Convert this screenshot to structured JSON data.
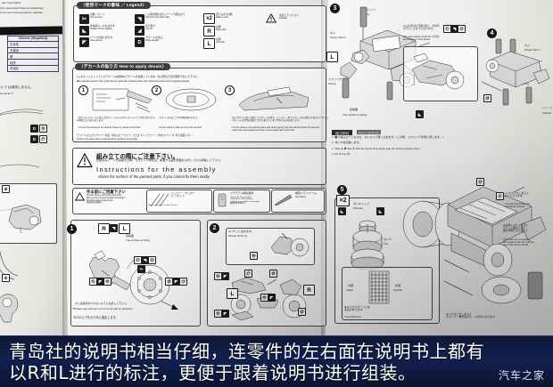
{
  "image": {
    "kind": "photograph-of-printed-instruction-manual",
    "subject": "Aoshima plastic model kit assembly instruction sheets"
  },
  "caption": {
    "line1": "青岛社的说明书相当仔细，连零件的左右面在说明书上都有",
    "line2": "以R和L进行的标注，更便于跟着说明书进行组装。",
    "watermark": "汽车之家"
  },
  "left_sheet": {
    "fragment_notice": "ase Corporation.",
    "fragment_note1": "plus, please place these by extraordinary",
    "fragment_note2": "to the use of licensed patents, materials,",
    "table_header": "Chinese (Simplified)",
    "table_rows": [
      "无毒性",
      "无害品",
      "硬",
      "轻质",
      "低温化"
    ],
    "decal_note_ja": "ル ⑦ は使用しません。",
    "decal_note_en": "se decal ⑦",
    "chips": [
      "D",
      "D"
    ]
  },
  "mid_sheet": {
    "legend": {
      "title": "〈使用マークの意味 ／ Legend〉",
      "entries": [
        {
          "icon": "scissors-cut",
          "ja": "切断／カット",
          "en": "Cut Cement"
        },
        {
          "icon": "scrape-plating",
          "ja": "金属調メッキをはがす",
          "en": "Scrape off the plating"
        },
        {
          "icon": "glue-parts",
          "ja": "パーツの貼り合わせ",
          "en": "Glue pieces"
        },
        {
          "icon": "mirror-other-side",
          "ja": "この反対側も同じパーツで組み立て",
          "en": "Same for the other side"
        },
        {
          "icon": "cut-off",
          "ja": "切り取り",
          "en": "Cut off"
        },
        {
          "icon": "place-decals",
          "ja": "デカールを貼る",
          "en": "Place decals"
        },
        {
          "icon": "x2",
          "ja": "同じものを2個",
          "en": "Make 2 sets"
        },
        {
          "icon": "R",
          "ja": "右側",
          "en": "Right side"
        },
        {
          "icon": "L",
          "ja": "左側",
          "en": "Left side"
        },
        {
          "icon": "caution",
          "ja": "注意してください",
          "en": "Caution"
        }
      ]
    },
    "decals": {
      "title": "〈デカールの貼り方 How to apply decals〉",
      "intro_ja": "●このキットに入っているデカールは特殊なデカールを使用しています。貼る際は下記の要領で貼って下さい。",
      "intro_en": "■the decals used for this model kit are particular. Please follow the instruction below when applying decals.",
      "steps": [
        {
          "no": "1",
          "ja": "・貼りたいデカールの形に合わせて、はさみやカッターナイフで切り取ります。\n※裁断により取り出します。",
          "en": "・Cut out the decal into the desired shape by scissors and cutter."
        },
        {
          "no": "2",
          "ja": "・デカールを水につけ10秒程度待ちます。",
          "en": "・Dip the decal in water for 10 to 20 seconds."
        },
        {
          "no": "3",
          "ja": "・貼り付けたい所に台紙ごとデカールを置き、ピンセット等でデカールを台紙から滑らせて下さい。\n・デカールの位置を調整しながら柔らかい布で余分な水分を取ります。",
          "en": "・Put the decal on the desired place and slide it gently from the backing sheet by tweezers.\n・Adjust the decal position and dry excess water with a soft cloth."
        }
      ],
      "footnote_ja": "・デカールの上からクリヤー塗装（水性ホビーカラー）または【トップコート（水性スプレー）】等で保護下さい",
      "footnote_en": "・Please use water paint or topcoat when spraying over decals."
    },
    "assembly_warning": {
      "title_ja": "組み立ての際にご注意下さい。",
      "body_ja": "塗装済みパーツを接着する際、つきにくい場合は、接着する面の表面をはがしてから接着して下さい。",
      "title_en": "Instructions for the assembly",
      "body_en": "Shave the surface of the painted parts, if you cannot fix them easily."
    },
    "tools": {
      "heading_ja": "作る前にご用意下さい",
      "heading_en": "Prepare these tools before assembly.\nBitte vor dem Zusammenbau bereitlegen.\nPréparez avant d'assembler.\n组装前请准备好。",
      "items": [
        {
          "ja": "ニッパー／カッター\nピンセット",
          "en": "Nipper / Scissors / Cutter / Pincers"
        },
        {
          "ja": "プラモデル用接着剤",
          "en": "Cement for Plasticmodels\nKlebstoff für Plastikmodelle\nL'adhésif pour modèles en plastique\n塑胶模型专用胶水"
        },
        {
          "ja": "精密ドライバー(+)",
          "en": "Screwdriver"
        }
      ]
    },
    "step1": {
      "no": "1",
      "markers": [
        "R",
        "L"
      ],
      "label_ja": "接着面",
      "label_en": "The surface of fixing",
      "note_ja": "⑫に接着剤がつかないように注意して下さい。",
      "note_en": "※Please pay attention not to put ⑫ with an adhesive.",
      "note2_ja": "⑯⑰の上下を⑱で⑳に固定します。"
    },
    "step2": {
      "no": "2",
      "callout_ja": "●パチッとはめます。",
      "callout_en": "Please fix firmly.",
      "markers": [
        "L",
        "R"
      ]
    }
  },
  "right_sheet": {
    "step3": {
      "no": "3",
      "tool_ja": "＋ドライバー",
      "tool_en": "+ Driver",
      "screw_ja": "ネジ",
      "screw_en": "Screw 10mm",
      "spring_ja": "スプリング",
      "spring_en": "Spring",
      "markers": [
        "L",
        "R"
      ],
      "callout_ja": "●この部分は下図の様に、⑫⑬⑭\nの下にくるようになります。",
      "callout_en": "The parts will be under the ⑫⑬⑭\nas the figure of the below.",
      "surface_ja": "接着面",
      "surface_en": "The surface of fixing",
      "instruction_tag_ja": "【組立順序】",
      "instruction_tag_en": "How to assemble",
      "lines_ja": [
        "1. ❸で組み立てたものを、⑲にネジで軽く止めます。(この時、スプリングを間に通します。)",
        "2. ⑳に㉑を接着します。"
      ],
      "lines_en": [
        "1. Tack up ❸ and ⑲ with the screw and please plug the spring between them.",
        "2. Fix ㉑ into ⑳."
      ]
    },
    "step4": {
      "no": "4",
      "screw_ja": "ネジ",
      "screw_en": "Screw 10mm",
      "spring_ja": "スプリング",
      "spring_en": "Spring",
      "chassis_ja": "シャーシ",
      "chassis_en": "Chassis"
    },
    "step5": {
      "no": "5",
      "badge": "×2",
      "polycap_ja": "ポリキャップ",
      "polycap_en": "Polycap",
      "tire_ja": "タイヤ",
      "tire_en": "Tire",
      "inside_ja": "内側",
      "inside_en": "Inside",
      "outside_ja": "外側",
      "outside_en": "Outside",
      "tread_ja": "★タイヤパターンには\n左右があります。",
      "tread_en": "Tread direction."
    },
    "step6_notes": {
      "note1_ja": "●このネジをしめると\nローになります。",
      "note1_en": "If you fix this Screw, the\ncar will be lowered.",
      "note2_ja": "★車重によりハの字に\nカチッと曲がるまで\n面を外側に引っ張って",
      "note2_en": "If the tires are covered by\nthe weight of the car, pull the\ntop of the tire to outside.",
      "note3_ja": "★このネジをしめると\nキャンバー角が変わり、ハの字になります。"
    }
  }
}
